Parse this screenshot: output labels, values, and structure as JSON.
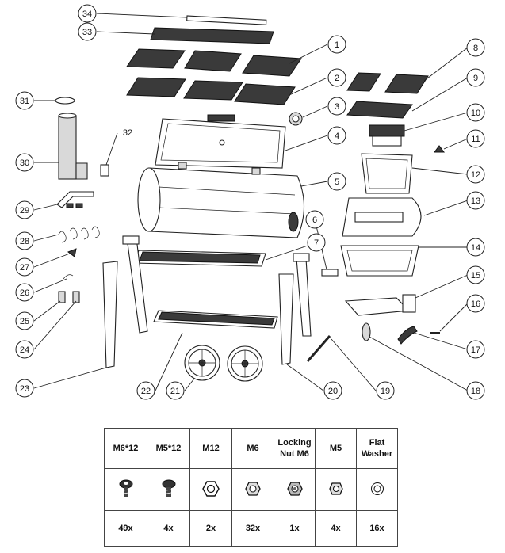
{
  "callouts": [
    "1",
    "2",
    "3",
    "4",
    "5",
    "6",
    "7",
    "8",
    "9",
    "10",
    "11",
    "12",
    "13",
    "14",
    "15",
    "16",
    "17",
    "18",
    "19",
    "20",
    "21",
    "22",
    "23",
    "24",
    "25",
    "26",
    "27",
    "28",
    "29",
    "30",
    "31",
    "32",
    "33",
    "34"
  ],
  "hardware": {
    "columns": [
      {
        "name": "M6*12",
        "icon": "hex-socket-screw-icon",
        "qty": "49x"
      },
      {
        "name": "M5*12",
        "icon": "screw-icon",
        "qty": "4x"
      },
      {
        "name": "M12",
        "icon": "hex-nut-large-icon",
        "qty": "2x"
      },
      {
        "name": "M6",
        "icon": "hex-nut-icon",
        "qty": "32x"
      },
      {
        "name": "Locking Nut M6",
        "icon": "locking-nut-icon",
        "qty": "1x"
      },
      {
        "name": "M5",
        "icon": "hex-nut-small-icon",
        "qty": "4x"
      },
      {
        "name": "Flat Washer",
        "icon": "flat-washer-icon",
        "qty": "16x"
      }
    ]
  }
}
